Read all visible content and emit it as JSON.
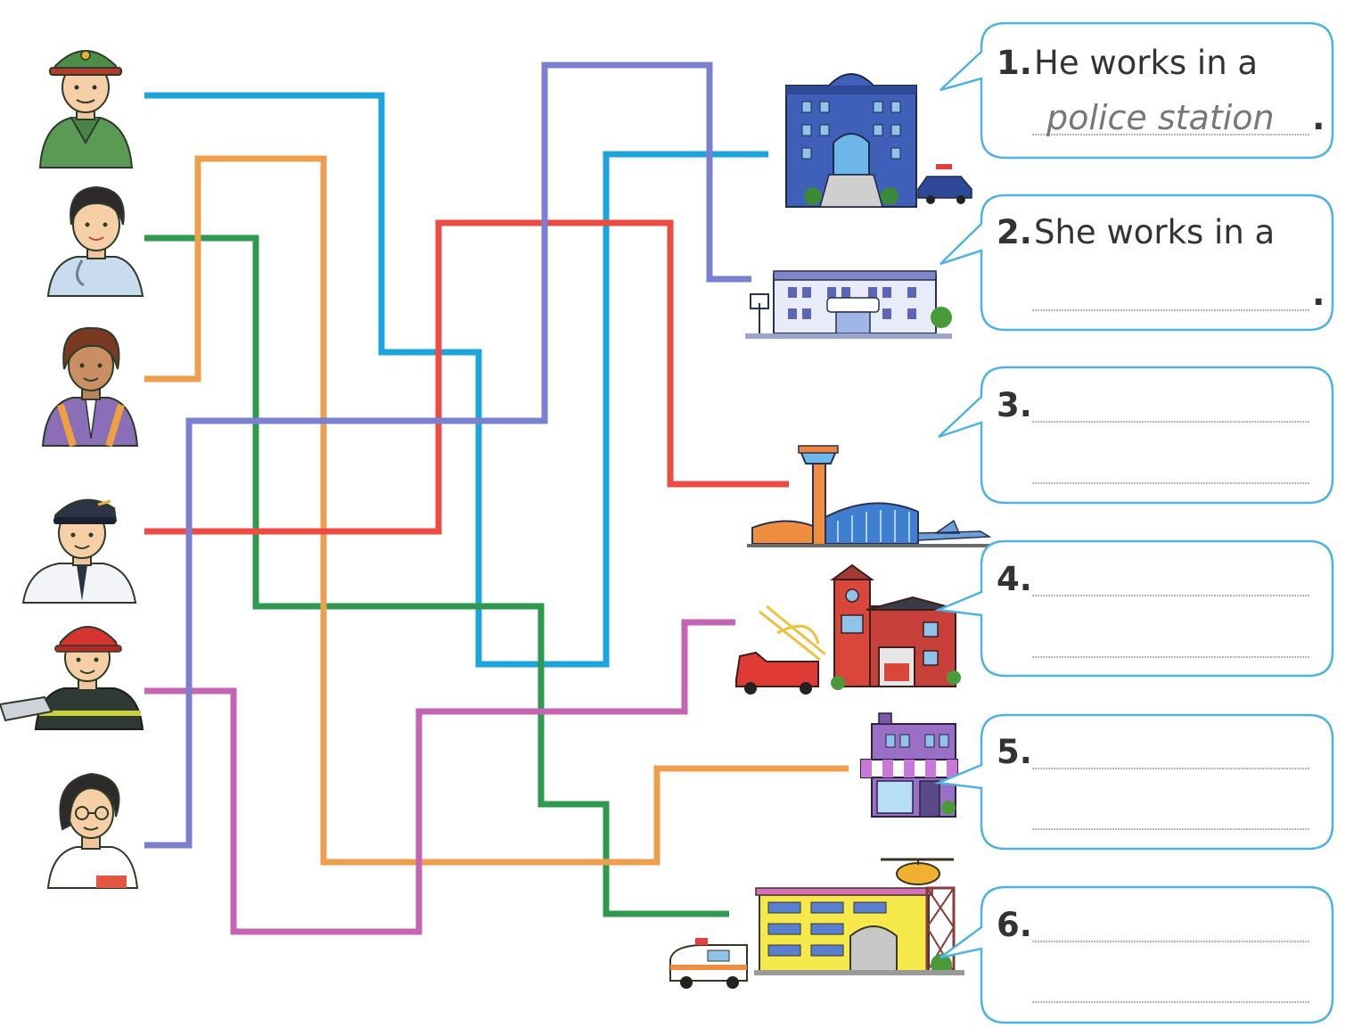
{
  "colors": {
    "blue": "#1ea4dd",
    "green": "#2f9a4f",
    "orange": "#ee9f4d",
    "red": "#ec4a43",
    "pink": "#c564b2",
    "purple": "#7b7fcf",
    "bubble_border": "#4fb3e2"
  },
  "people": [
    {
      "role": "soldier",
      "icon": "soldier-icon"
    },
    {
      "role": "nurse",
      "icon": "nurse-icon"
    },
    {
      "role": "worker",
      "icon": "worker-icon"
    },
    {
      "role": "pilot",
      "icon": "pilot-icon"
    },
    {
      "role": "firefighter",
      "icon": "firefighter-icon"
    },
    {
      "role": "doctor",
      "icon": "doctor-icon"
    }
  ],
  "places": [
    {
      "icon": "police-station-icon"
    },
    {
      "icon": "school-icon"
    },
    {
      "icon": "airport-icon"
    },
    {
      "icon": "fire-station-icon"
    },
    {
      "icon": "shop-icon"
    },
    {
      "icon": "hospital-icon"
    }
  ],
  "bubbles": [
    {
      "number": "1.",
      "prompt": "He works in a",
      "answer": "police station",
      "end": "."
    },
    {
      "number": "2.",
      "prompt": "She works in a",
      "answer": "",
      "end": "."
    },
    {
      "number": "3.",
      "prompt": "",
      "answer": "",
      "end": ""
    },
    {
      "number": "4.",
      "prompt": "",
      "answer": "",
      "end": ""
    },
    {
      "number": "5.",
      "prompt": "",
      "answer": "",
      "end": ""
    },
    {
      "number": "6.",
      "prompt": "",
      "answer": "",
      "end": ""
    }
  ]
}
